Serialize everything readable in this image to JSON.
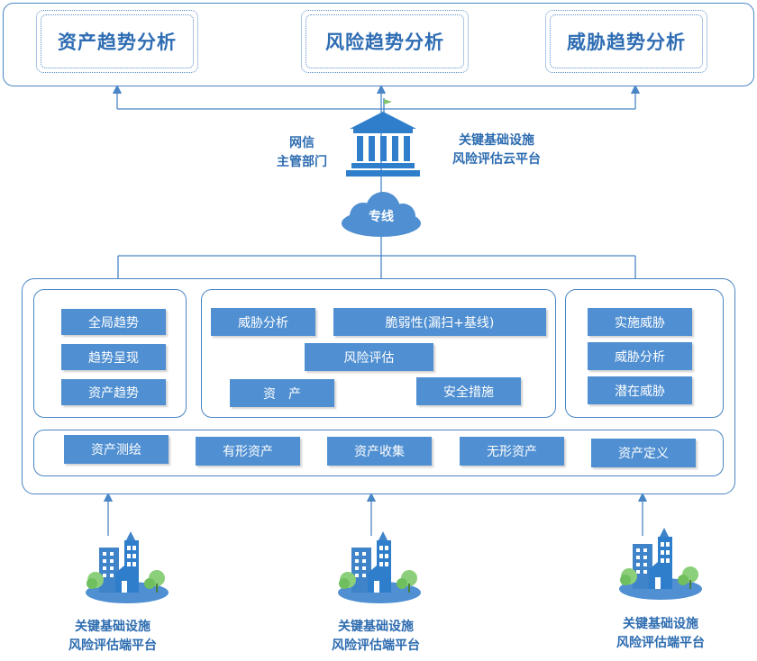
{
  "top_boxes": [
    "资产趋势分析",
    "风险趋势分析",
    "威胁趋势分析"
  ],
  "cloud_platform": {
    "dept_line1": "网信",
    "dept_line2": "主管部门",
    "title_line1": "关键基础设施",
    "title_line2": "风险评估云平台"
  },
  "link_label": "专线",
  "left_group": [
    "全局趋势",
    "趋势呈现",
    "资产趋势"
  ],
  "middle_group": {
    "threat_analysis": "威胁分析",
    "vulnerability": "脆弱性(漏扫+基线)",
    "risk_assessment": "风险评估",
    "asset": "资　产",
    "security_measures": "安全措施"
  },
  "right_group": [
    "实施威胁",
    "威胁分析",
    "潜在威胁"
  ],
  "asset_row": [
    "资产测绘",
    "有形资产",
    "资产收集",
    "无形资产",
    "资产定义"
  ],
  "endpoints": [
    {
      "line1": "关键基础设施",
      "line2": "风险评估端平台"
    },
    {
      "line1": "关键基础设施",
      "line2": "风险评估端平台"
    },
    {
      "line1": "关键基础设施",
      "line2": "风险评估端平台"
    }
  ],
  "colors": {
    "primary": "#4f8fd2",
    "border": "#4a86c5",
    "text": "#2d6cb0"
  }
}
